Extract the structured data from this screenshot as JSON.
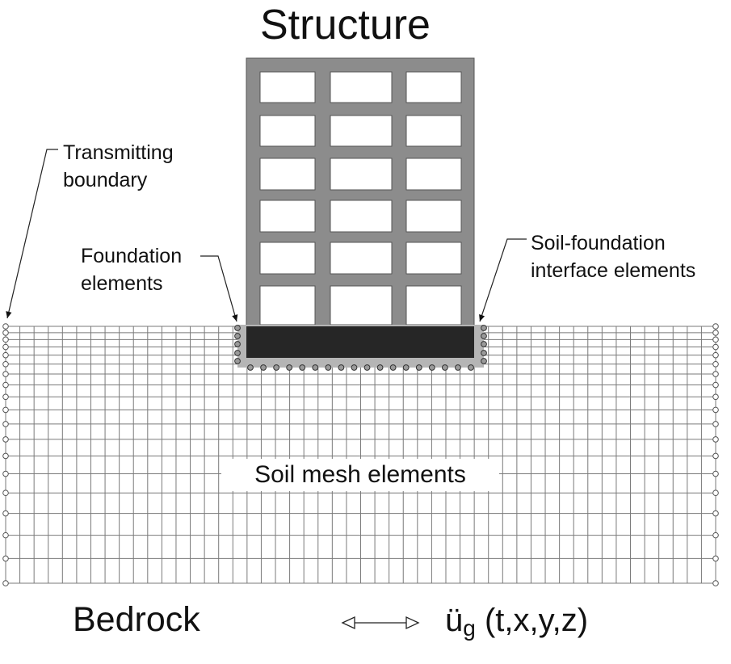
{
  "title": "Structure",
  "labels": {
    "transmitting_boundary": [
      "Transmitting",
      "boundary"
    ],
    "foundation_elements": [
      "Foundation",
      "elements"
    ],
    "soil_foundation_interface": [
      "Soil-foundation",
      "interface elements"
    ],
    "soil_mesh": "Soil mesh elements",
    "bedrock": "Bedrock",
    "ground_motion_base": "ü",
    "ground_motion_sub": "g",
    "ground_motion_args": " (t,x,y,z)"
  },
  "colors": {
    "frame": "#8c8c8c",
    "foundation": "#262626",
    "mesh": "#7a7a7a",
    "node_fill": "#9a9a9a",
    "text": "#111111"
  },
  "structure": {
    "floors": 6,
    "bays": 3
  },
  "mesh": {
    "columns": 51,
    "rows": 19
  },
  "icons": {
    "boundary_nodes": "circle-icon",
    "interface_nodes": "circle-icon",
    "arrow": "double-arrow-icon"
  }
}
